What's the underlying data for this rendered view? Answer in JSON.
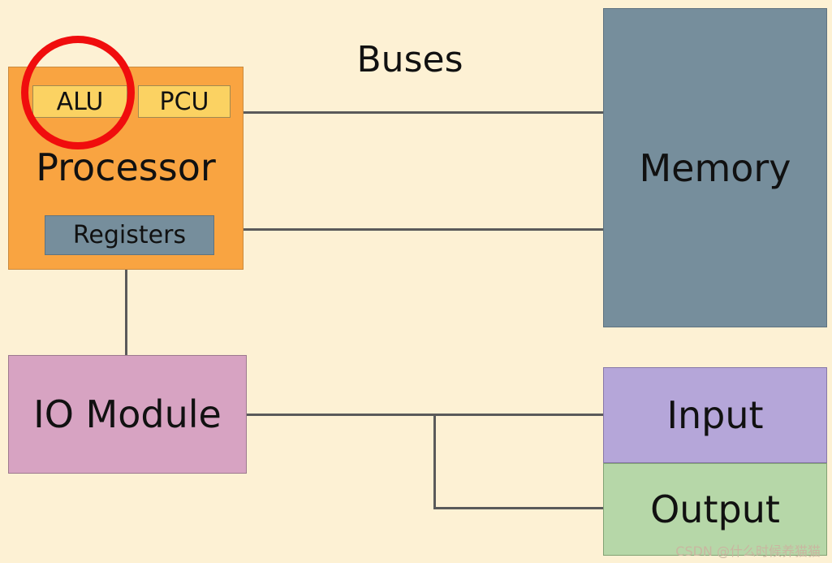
{
  "diagram": {
    "buses_label": "Buses",
    "processor": {
      "label": "Processor",
      "alu": "ALU",
      "pcu": "PCU",
      "registers": "Registers"
    },
    "memory": "Memory",
    "io_module": "IO Module",
    "input": "Input",
    "output": "Output",
    "highlight": {
      "target": "ALU",
      "color": "#f00d0d"
    }
  },
  "colors": {
    "background": "#fdf1d4",
    "processor": "#f9a441",
    "unit": "#fbd262",
    "memory": "#768e9c",
    "io_module": "#d7a3c2",
    "input": "#b5a6d9",
    "output": "#b6d7a8"
  },
  "watermark": "CSDN @什么时候养猫猫"
}
